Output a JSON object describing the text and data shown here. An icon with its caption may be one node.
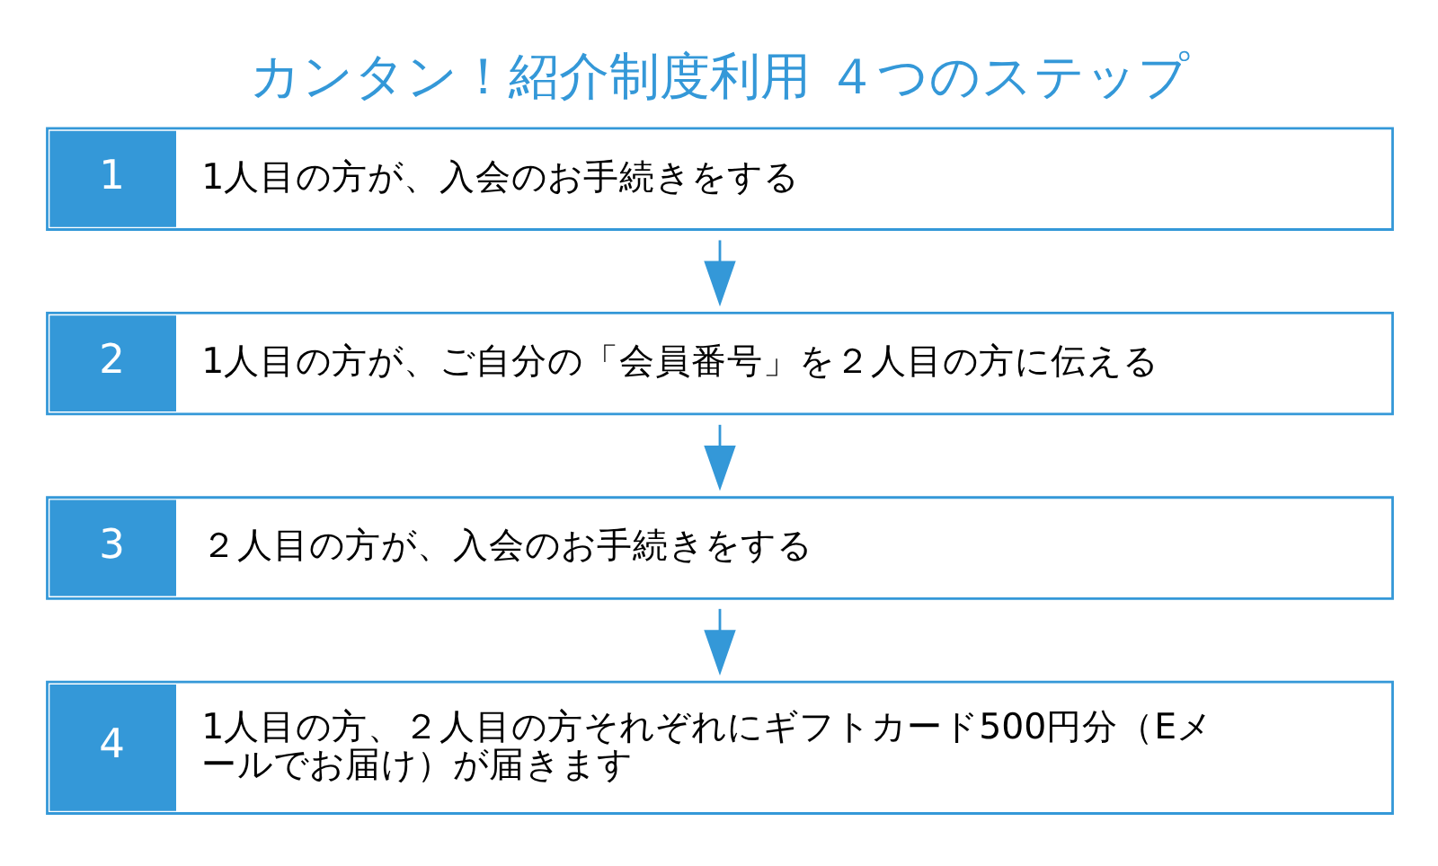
{
  "diagram": {
    "title": "カンタン！紹介制度利用 ４つのステップ",
    "nodes": [
      {
        "text": [
          "1",
          "1人目の方が、入会のお手続きをする"
        ]
      },
      {
        "text": [
          "2",
          "1人目の方が、ご自分の「会員番号」を２人目の方に伝える"
        ]
      },
      {
        "text": [
          "3",
          "２人目の方が、入会のお手続きをする"
        ]
      },
      {
        "text": [
          "4",
          "1人目の方、２人目の方それぞれにギフトカード500円分（Eメールでお届け）が届きます"
        ]
      }
    ],
    "edges": [
      {
        "from": 0,
        "to": 1,
        "arrow": "to"
      },
      {
        "from": 1,
        "to": 2,
        "arrow": "to"
      },
      {
        "from": 2,
        "to": 3,
        "arrow": "to"
      }
    ]
  }
}
